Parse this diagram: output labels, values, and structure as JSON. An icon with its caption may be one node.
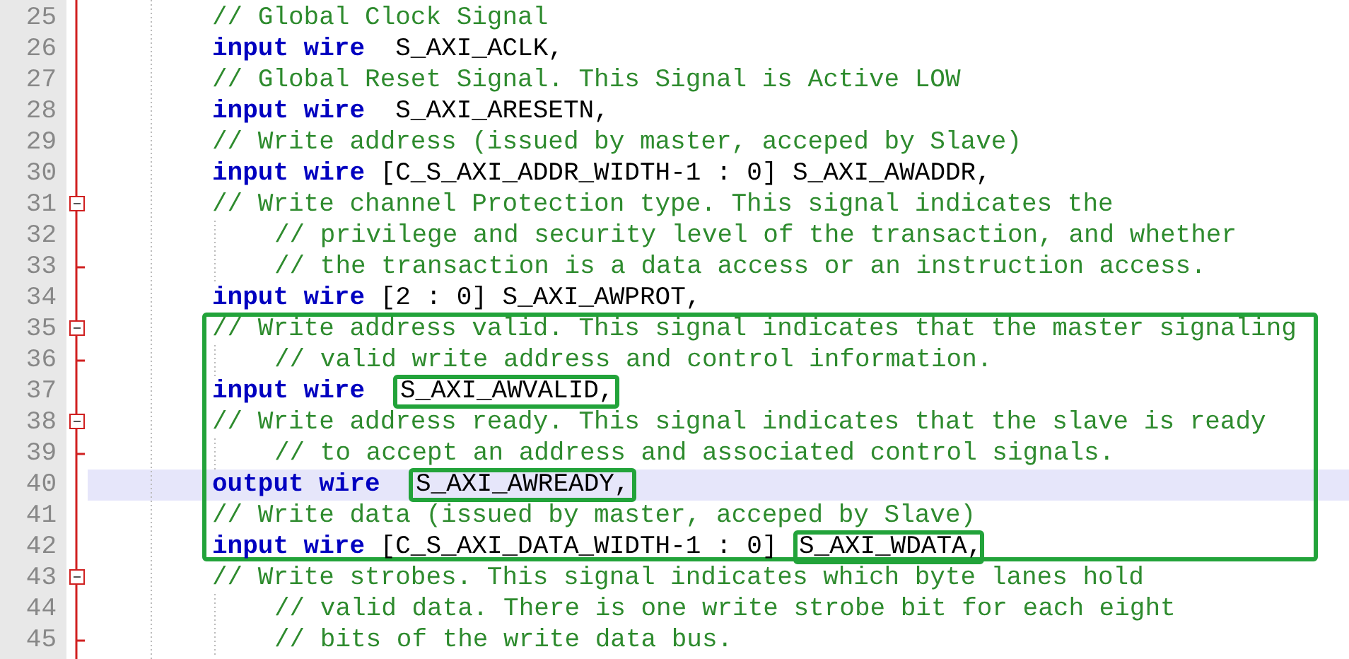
{
  "diagram": {
    "nodes": [
      {
        "text": [
          "// Write address valid. This signal indicates that the master signaling",
          "// valid write address and control information.",
          "**input wire**",
          "// Write address ready. This signal indicates that the slave is ready",
          "// to accept an address and associated control signals.",
          "**output wire**",
          "// Write data (issued by master, acceped by Slave)",
          "**input wire** [C_S_AXI_DATA_WIDTH-1 : 0]"
        ]
      },
      {
        "text": [
          "S_AXI_AWVALID,"
        ],
        "in": 0
      },
      {
        "text": [
          "S_AXI_AWREADY,"
        ],
        "in": 0
      },
      {
        "text": [
          "S_AXI_WDATA,"
        ],
        "in": 0
      }
    ],
    "labels": [
      "25",
      "// Global Clock Signal",
      "26",
      "**input wire**  S_AXI_ACLK,",
      "27",
      "// Global Reset Signal. This Signal is Active LOW",
      "28",
      "**input wire**  S_AXI_ARESETN,",
      "29",
      "// Write address (issued by master, acceped by Slave)",
      "30",
      "**input wire** [C_S_AXI_ADDR_WIDTH-1 : 0] S_AXI_AWADDR,",
      "31",
      "// Write channel Protection type. This signal indicates the",
      "32",
      "// privilege and security level of the transaction, and whether",
      "33",
      "// the transaction is a data access or an instruction access.",
      "34",
      "**input wire** [2 : 0] S_AXI_AWPROT,",
      "35",
      "36",
      "37",
      "38",
      "39",
      "40",
      "41",
      "42",
      "43",
      "// Write strobes. This signal indicates which byte lanes hold",
      "44",
      "// valid data. There is one write strobe bit for each eight",
      "45",
      "// bits of the write data bus."
    ]
  }
}
